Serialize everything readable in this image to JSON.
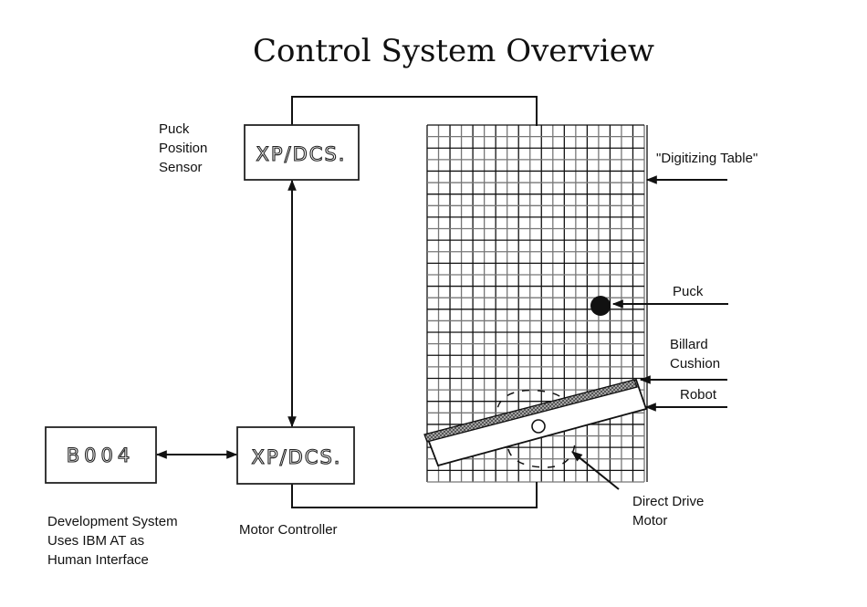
{
  "title": "Control System Overview",
  "blocks": {
    "sensor_box": {
      "text": "XP/DCS."
    },
    "controller_box": {
      "text": "XP/DCS."
    },
    "dev_box": {
      "text": "B004"
    }
  },
  "labels": {
    "sensor": [
      "Puck",
      "Position",
      "Sensor"
    ],
    "controller": "Motor  Controller",
    "dev": [
      "Development System",
      "Uses IBM AT as",
      "Human  Interface"
    ],
    "table": "\"Digitizing  Table\"",
    "puck": "Puck",
    "cushion": [
      "Billard",
      "Cushion"
    ],
    "robot": "Robot",
    "motor": [
      "Direct  Drive",
      "Motor"
    ]
  },
  "grid": {
    "columns": 19,
    "rows": 31
  },
  "colors": {
    "ink": "#111111",
    "background": "#ffffff"
  }
}
